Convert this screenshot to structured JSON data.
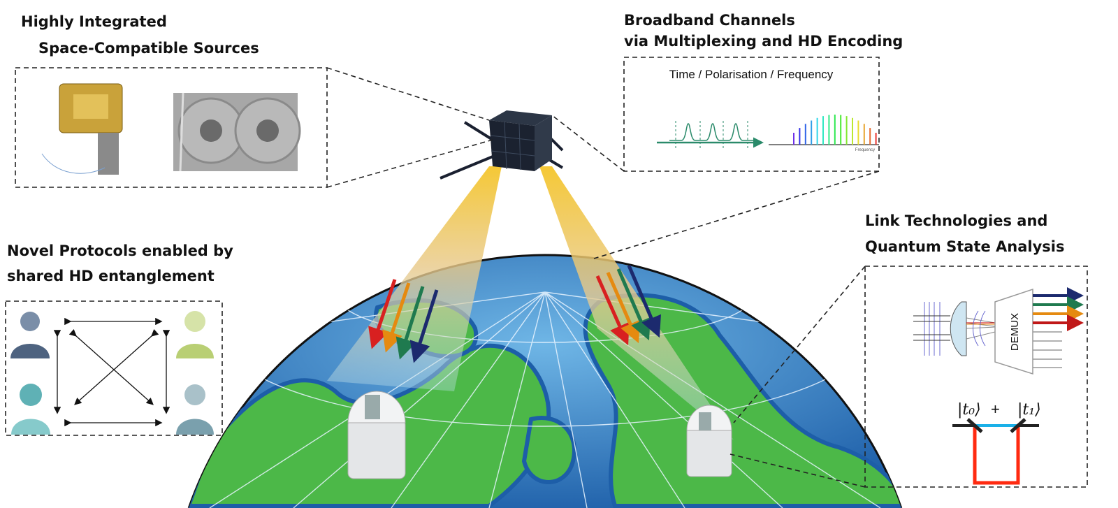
{
  "sources": {
    "title_line1": "Highly Integrated",
    "title_line2": "Space-Compatible Sources"
  },
  "broadband": {
    "title_line1": "Broadband Channels",
    "title_line2": "via Multiplexing and HD Encoding",
    "subtitle": "Time / Polarisation / Frequency",
    "frequency_axis_label": "Frequency"
  },
  "link": {
    "title_line1": "Link Technologies and",
    "title_line2": "Quantum State Analysis",
    "demux_label": "DEMUX",
    "state_t0": "|t₀⟩",
    "plus": "+",
    "state_t1": "|t₁⟩"
  },
  "protocols": {
    "title_line1": "Novel Protocols enabled by",
    "title_line2": "shared HD entanglement"
  },
  "colors": {
    "ocean": "#2e86c8",
    "land": "#4cb848",
    "beam": "#f2c22e",
    "red": "#d82020",
    "orange": "#e58a10",
    "green": "#1f7a4f",
    "navy": "#1c2a6e"
  }
}
